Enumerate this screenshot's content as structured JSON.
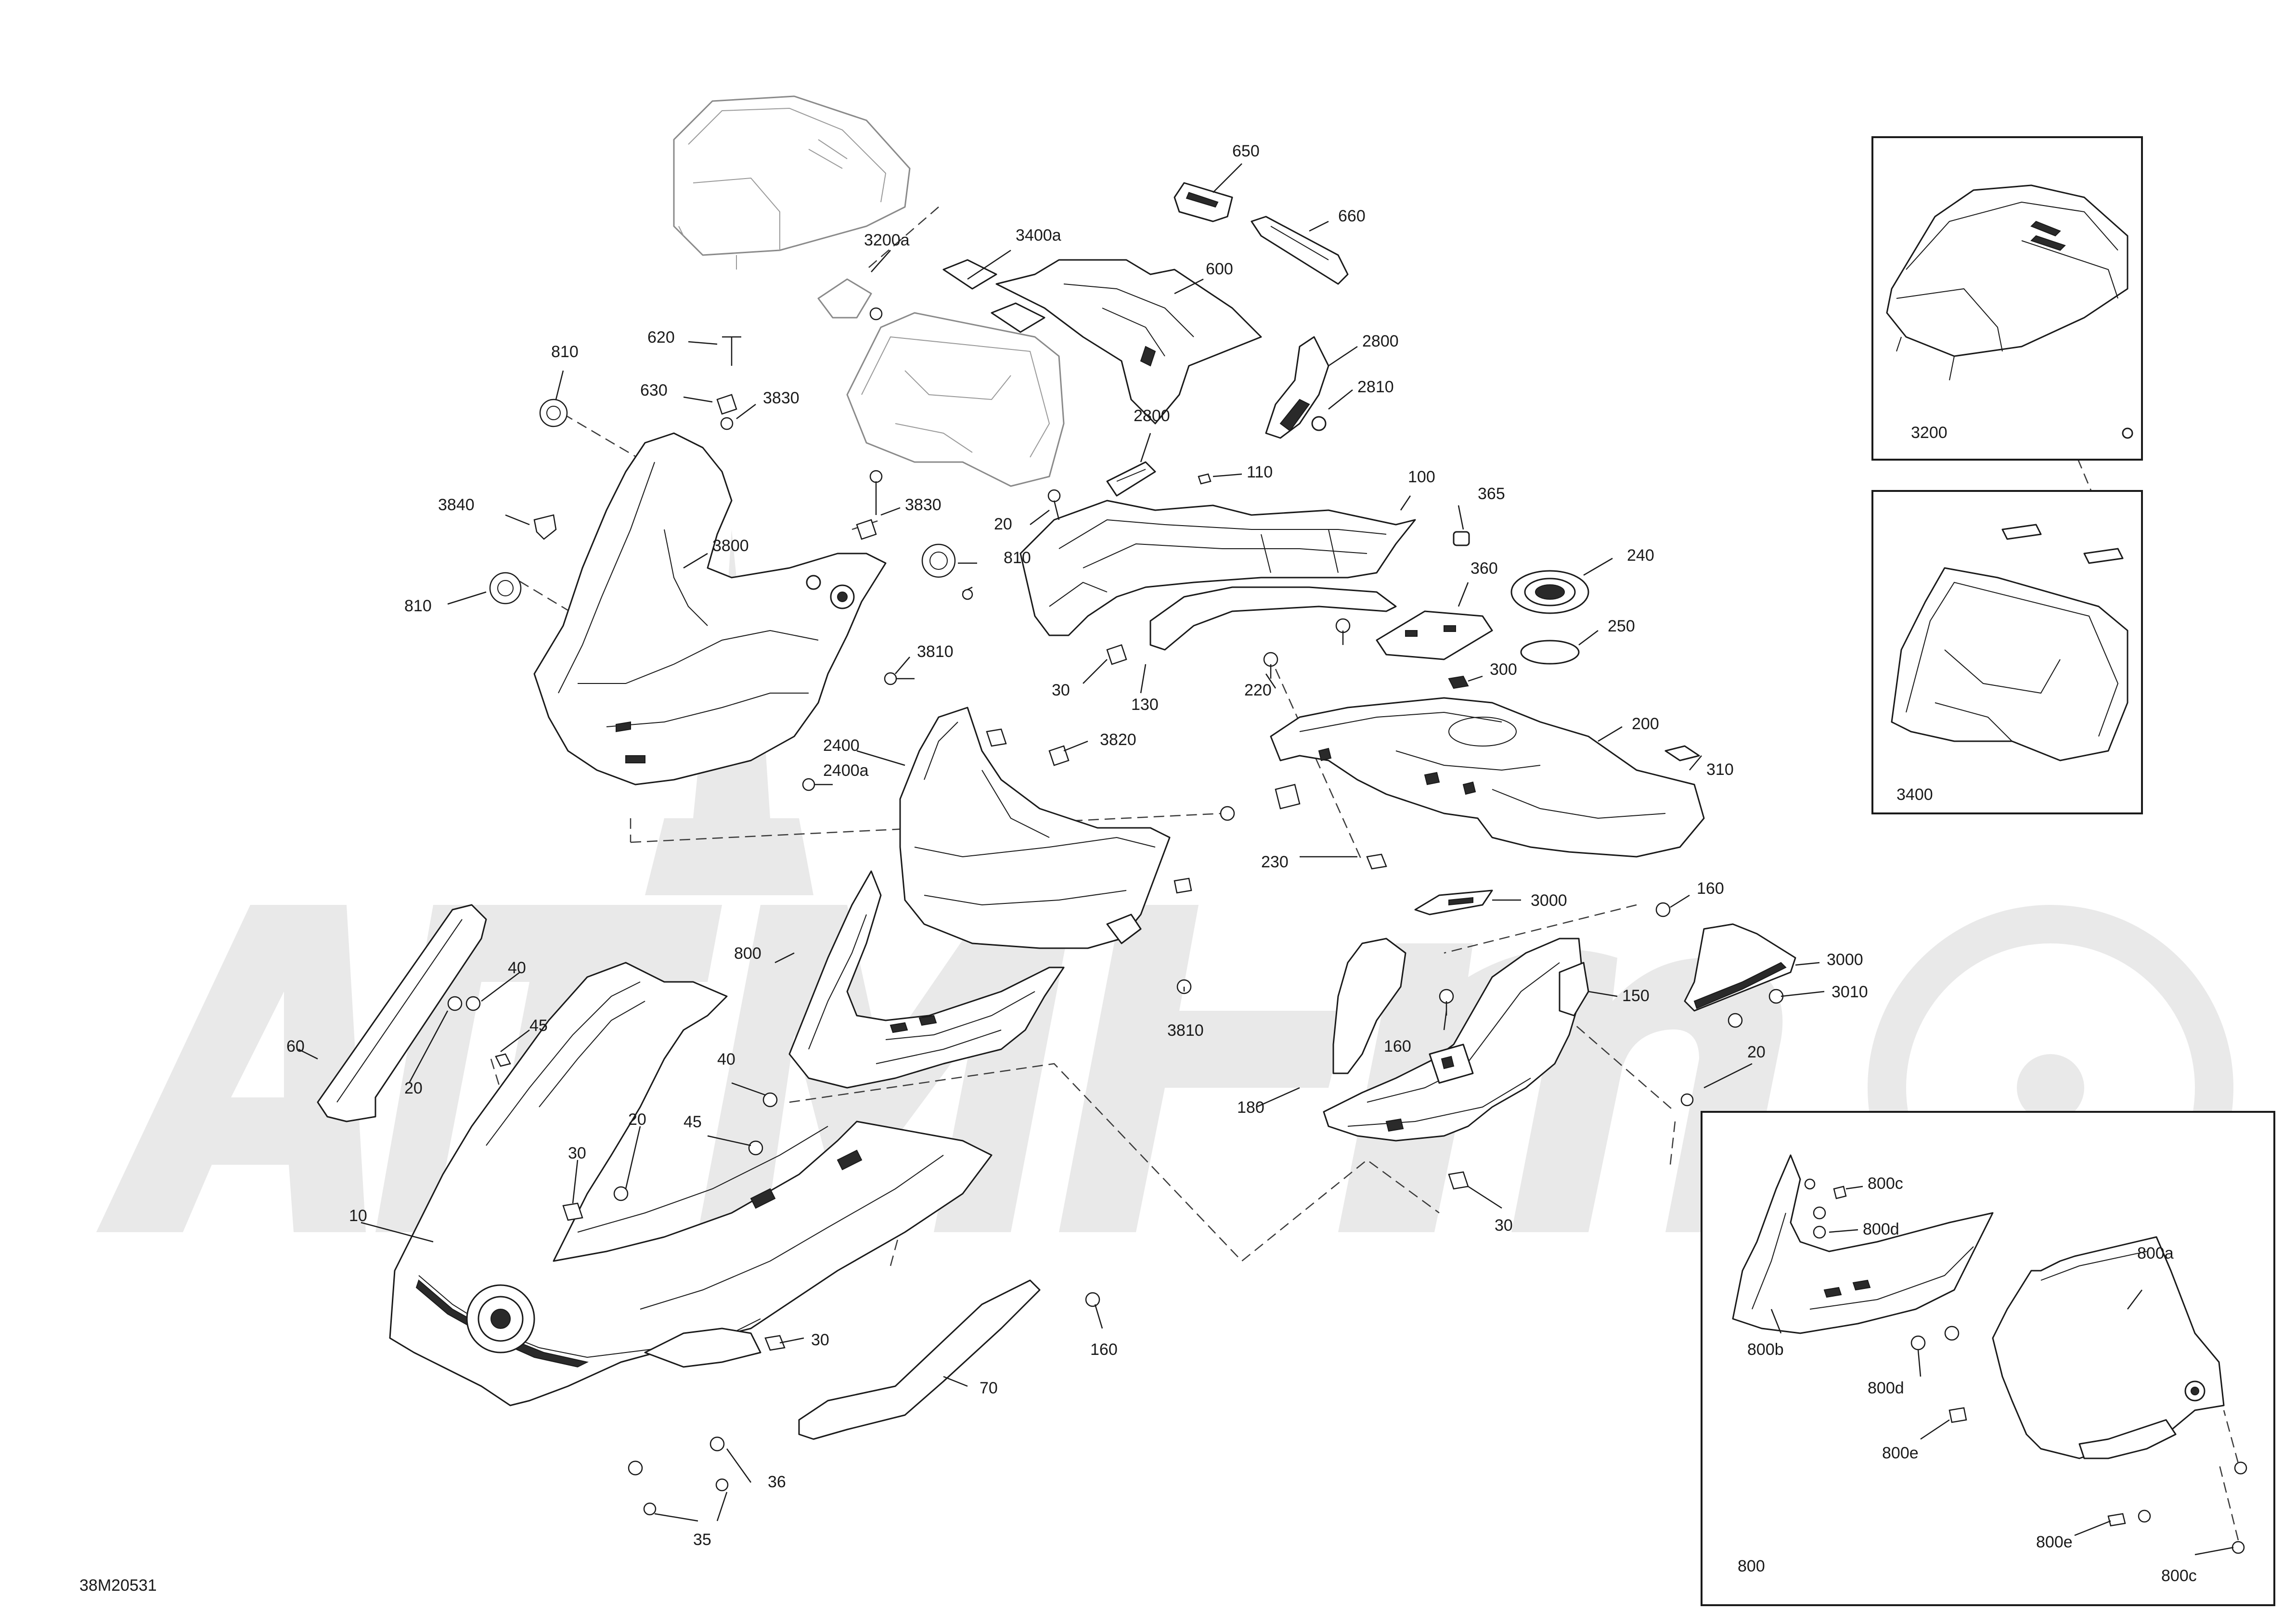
{
  "diagram_code": "38M20531",
  "labels": [
    {
      "id": "l650",
      "text": "650"
    },
    {
      "id": "l660",
      "text": "660"
    },
    {
      "id": "l3200a",
      "text": "3200a"
    },
    {
      "id": "l3400a",
      "text": "3400a"
    },
    {
      "id": "l600",
      "text": "600"
    },
    {
      "id": "l2800a",
      "text": "2800"
    },
    {
      "id": "l2810",
      "text": "2810"
    },
    {
      "id": "l2800b",
      "text": "2800"
    },
    {
      "id": "l620",
      "text": "620"
    },
    {
      "id": "l810a",
      "text": "810"
    },
    {
      "id": "l630",
      "text": "630"
    },
    {
      "id": "l3830a",
      "text": "3830"
    },
    {
      "id": "l110",
      "text": "110"
    },
    {
      "id": "l100",
      "text": "100"
    },
    {
      "id": "l365",
      "text": "365"
    },
    {
      "id": "l3840",
      "text": "3840"
    },
    {
      "id": "l3830b",
      "text": "3830"
    },
    {
      "id": "l20a",
      "text": "20"
    },
    {
      "id": "l3800",
      "text": "3800"
    },
    {
      "id": "l810b",
      "text": "810"
    },
    {
      "id": "l360",
      "text": "360"
    },
    {
      "id": "l240",
      "text": "240"
    },
    {
      "id": "l810c",
      "text": "810"
    },
    {
      "id": "l250",
      "text": "250"
    },
    {
      "id": "l3810a",
      "text": "3810"
    },
    {
      "id": "l30a",
      "text": "30"
    },
    {
      "id": "l130",
      "text": "130"
    },
    {
      "id": "l220",
      "text": "220"
    },
    {
      "id": "l300",
      "text": "300"
    },
    {
      "id": "l200",
      "text": "200"
    },
    {
      "id": "l2400",
      "text": "2400"
    },
    {
      "id": "l3820",
      "text": "3820"
    },
    {
      "id": "l2400a",
      "text": "2400a"
    },
    {
      "id": "l310",
      "text": "310"
    },
    {
      "id": "l230",
      "text": "230"
    },
    {
      "id": "l3000a",
      "text": "3000"
    },
    {
      "id": "l160a",
      "text": "160"
    },
    {
      "id": "l800",
      "text": "800"
    },
    {
      "id": "l3000b",
      "text": "3000"
    },
    {
      "id": "l40a",
      "text": "40"
    },
    {
      "id": "l3010",
      "text": "3010"
    },
    {
      "id": "l150",
      "text": "150"
    },
    {
      "id": "l60",
      "text": "60"
    },
    {
      "id": "l45a",
      "text": "45"
    },
    {
      "id": "l3810b",
      "text": "3810"
    },
    {
      "id": "l160b",
      "text": "160"
    },
    {
      "id": "l20b",
      "text": "20"
    },
    {
      "id": "l20c",
      "text": "20"
    },
    {
      "id": "l40b",
      "text": "40"
    },
    {
      "id": "l180",
      "text": "180"
    },
    {
      "id": "l45b",
      "text": "45"
    },
    {
      "id": "l20d",
      "text": "20"
    },
    {
      "id": "l30b",
      "text": "30"
    },
    {
      "id": "l10",
      "text": "10"
    },
    {
      "id": "l30c",
      "text": "30"
    },
    {
      "id": "l160c",
      "text": "160"
    },
    {
      "id": "l30d",
      "text": "30"
    },
    {
      "id": "l70",
      "text": "70"
    },
    {
      "id": "l36",
      "text": "36"
    },
    {
      "id": "l35",
      "text": "35"
    }
  ],
  "insets": [
    {
      "id": "inset3200",
      "label": "3200"
    },
    {
      "id": "inset3400",
      "label": "3400"
    },
    {
      "id": "inset800",
      "label": "800",
      "labels": [
        {
          "id": "i800c1",
          "text": "800c"
        },
        {
          "id": "i800d1",
          "text": "800d"
        },
        {
          "id": "i800a",
          "text": "800a"
        },
        {
          "id": "i800b",
          "text": "800b"
        },
        {
          "id": "i800d2",
          "text": "800d"
        },
        {
          "id": "i800e1",
          "text": "800e"
        },
        {
          "id": "i800e2",
          "text": "800e"
        },
        {
          "id": "i800c2",
          "text": "800c"
        }
      ]
    }
  ]
}
